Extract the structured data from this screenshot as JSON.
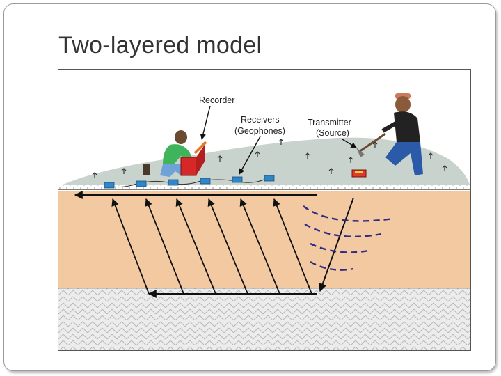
{
  "slide": {
    "title": "Two-layered model"
  },
  "diagram": {
    "labels": {
      "recorder": "Recorder",
      "receivers_line1": "Receivers",
      "receivers_line2": "(Geophones)",
      "transmitter_line1": "Transmitter",
      "transmitter_line2": "(Source)"
    },
    "colors": {
      "upper_layer": "#f2c9a0",
      "bedrock": "#e6e6e6",
      "ground_surface": "#c9d3cd",
      "wave_fronts": "#2e2a86",
      "geophone": "#2f86c8",
      "recorder_box": "#d62828",
      "source_plate": "#e23a2a"
    }
  }
}
